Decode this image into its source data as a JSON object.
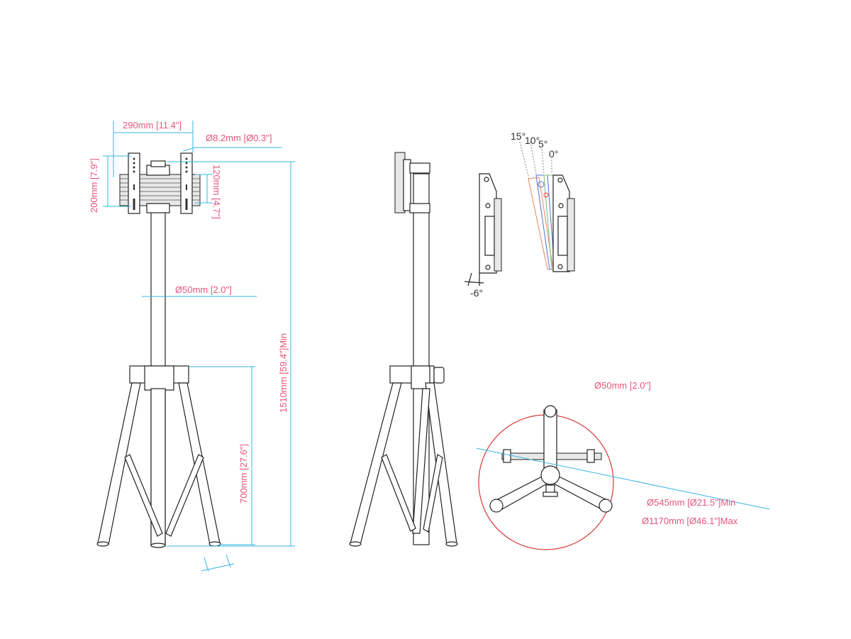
{
  "colors": {
    "dimension_text": "#e6557c",
    "dimension_line": "#35b6e3",
    "detail_circle": "#d63a3a",
    "outline": "#222222"
  },
  "front_view": {
    "width_label": "290mm [11.4\"]",
    "hole_label": "Ø8.2mm [Ø0.3\"]",
    "vertical_outer_label": "200mm [7.9\"]",
    "vertical_inner_label": "120mm [4.7\"]",
    "pole_diameter_label": "Ø50mm [2.0\"]",
    "total_height_label": "1510mm [59.4\"]Min",
    "tripod_height_label": "700mm [27.6\"]"
  },
  "tilt_views": {
    "angles": [
      "15°",
      "10°",
      "5°",
      "0°"
    ],
    "back_tilt_label": "-6°"
  },
  "base_detail": {
    "leg_diameter_label": "Ø50mm [2.0\"]",
    "min_span_label": "Ø545mm [Ø21.5\"]Min",
    "max_span_label": "Ø1170mm [Ø46.1\"]Max"
  }
}
